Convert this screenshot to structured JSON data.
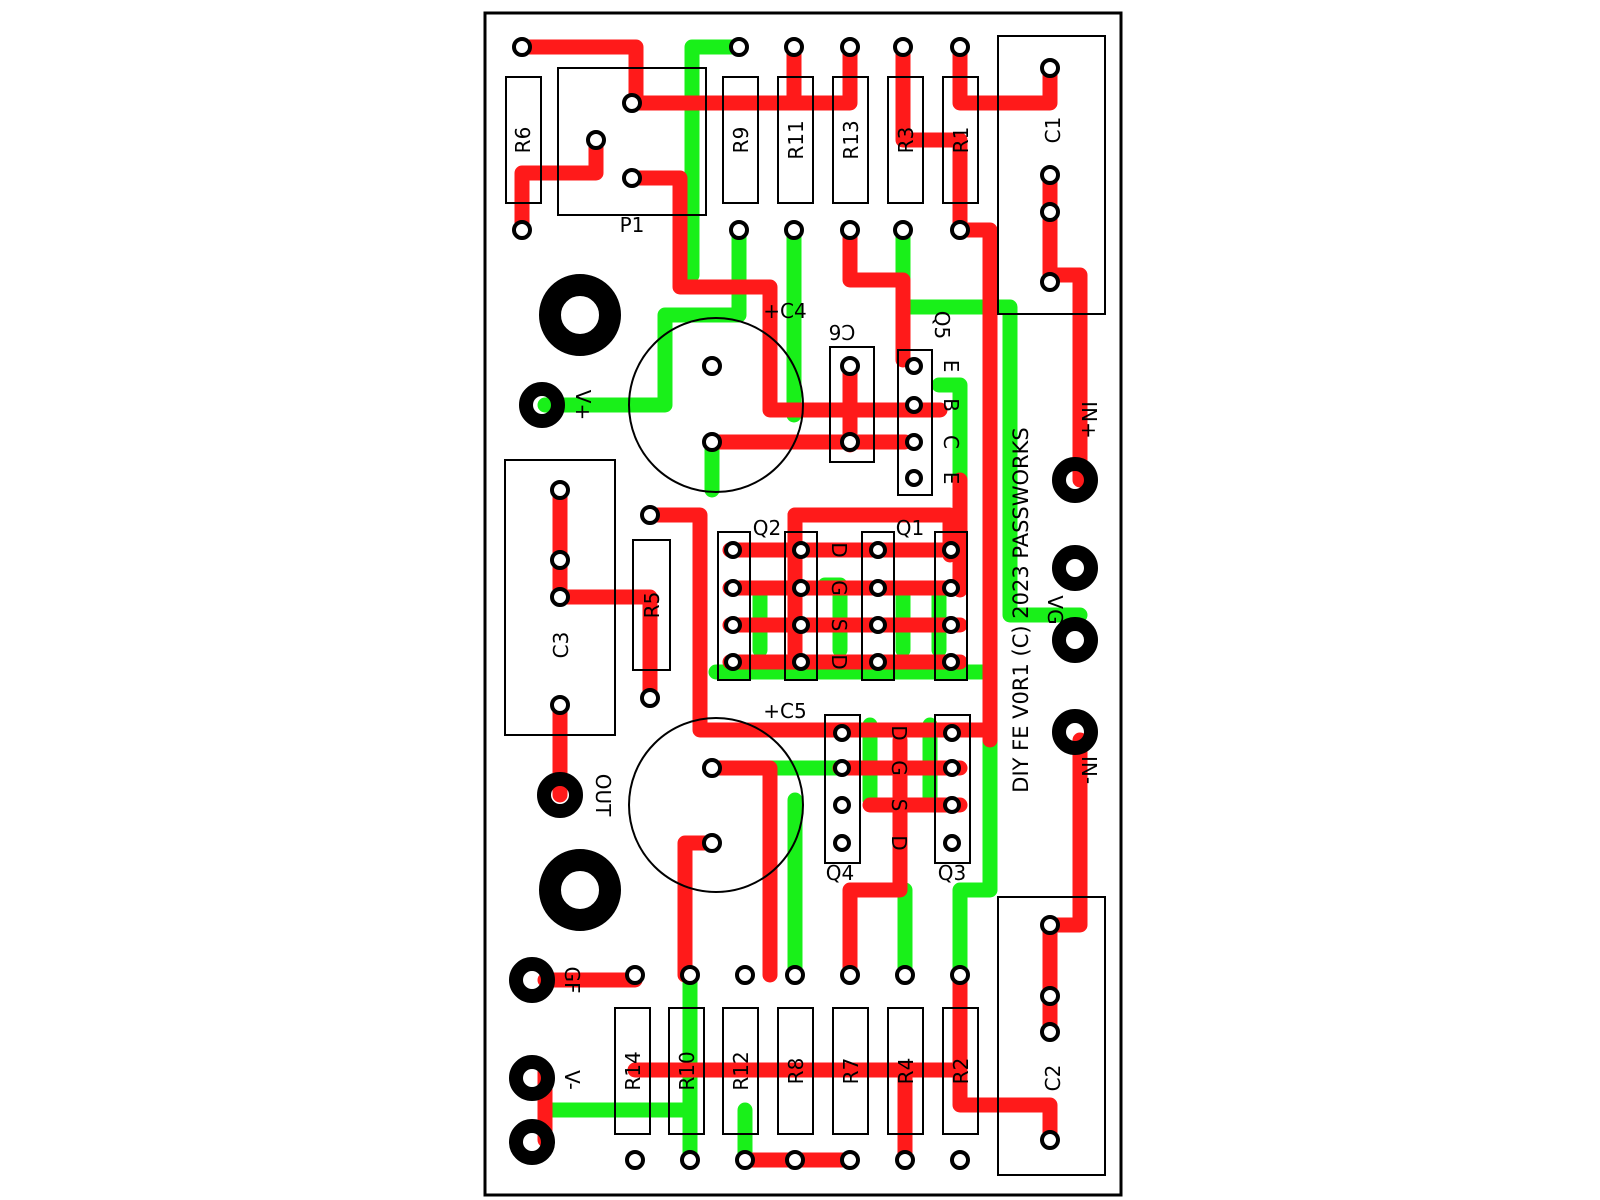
{
  "colors": {
    "red": "#ff1a1a",
    "green": "#19f019",
    "outline": "#000000",
    "background": "#ffffff"
  },
  "components": {
    "resistors": [
      "R6",
      "R9",
      "R11",
      "R13",
      "R3",
      "R1",
      "R5",
      "R14",
      "R10",
      "R12",
      "R8",
      "R7",
      "R4",
      "R2"
    ],
    "potentiometer": "P1",
    "capacitors": [
      "C1",
      "C2",
      "C3",
      "C6"
    ],
    "electrolytics": [
      "+C4",
      "+C5"
    ],
    "transistors": [
      "Q5",
      "Q2",
      "Q1",
      "Q4",
      "Q3"
    ]
  },
  "pin_labels": {
    "q5": [
      "E",
      "B",
      "C",
      "E"
    ],
    "q2": [
      "D",
      "G",
      "S",
      "D"
    ],
    "q34": [
      "D",
      "G",
      "S",
      "D"
    ]
  },
  "terminals": {
    "v_plus": "V+",
    "v_minus": "V-",
    "out": "OUT",
    "in_plus": "IN+",
    "in_minus": "IN-",
    "vg": "VG",
    "gf": "GF"
  },
  "credit": "DIY FE V0R1  (C) 2023 PASSWORKS"
}
